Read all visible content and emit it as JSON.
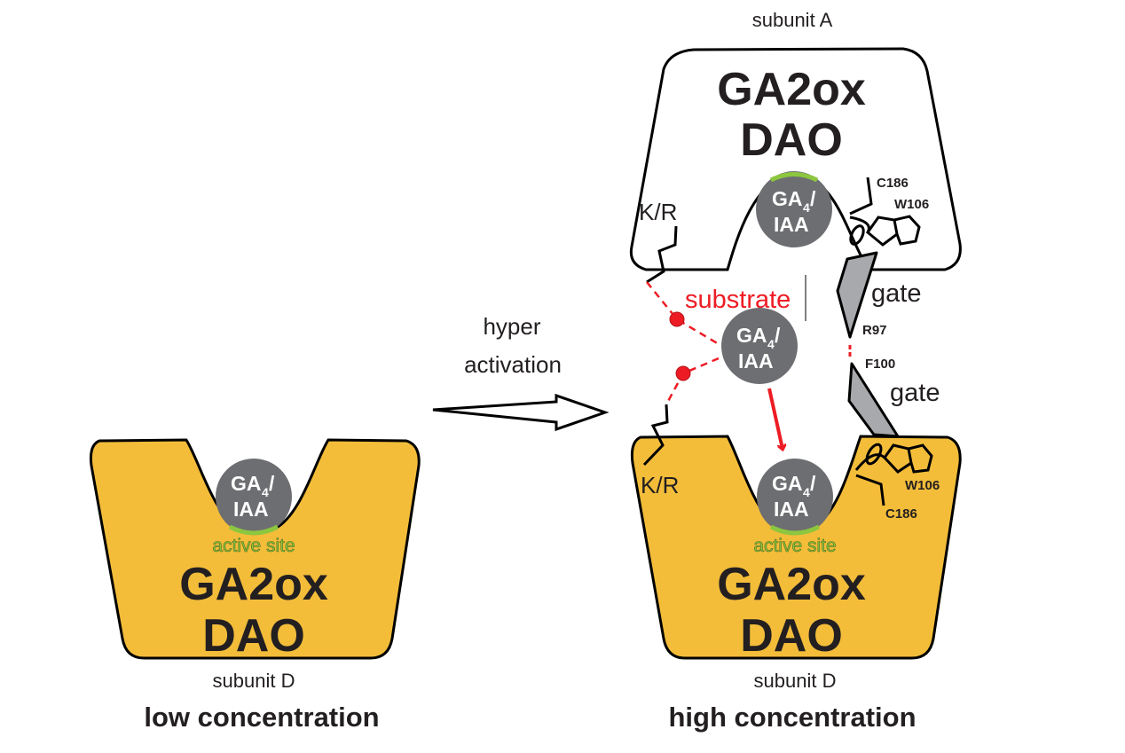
{
  "colors": {
    "subunit_D_fill": "#f3bd3a",
    "subunit_A_fill": "#ffffff",
    "ligand_fill": "#6d6e71",
    "active_site": "#8dc63f",
    "substrate_red": "#ed1c24",
    "gate_fill": "#a7a9ac",
    "outline": "#000000"
  },
  "left_panel": {
    "enzyme_name_line1": "GA2ox",
    "enzyme_name_line2": "DAO",
    "ligand_line1": "GA",
    "ligand_subscript": "4",
    "ligand_slash": "/",
    "ligand_line2": "IAA",
    "active_site_label": "active site",
    "subunit_label": "subunit  D",
    "condition_label": "low concentration"
  },
  "transition": {
    "line1": "hyper",
    "line2": "activation"
  },
  "right_panel": {
    "subunit_A": {
      "label": "subunit  A",
      "enzyme_name_line1": "GA2ox",
      "enzyme_name_line2": "DAO",
      "ligand_line1": "GA",
      "ligand_subscript": "4",
      "ligand_slash": "/",
      "ligand_line2": "IAA",
      "residue_lys_arg": "K/R",
      "residue_cys": "C186",
      "residue_trp": "W106",
      "gate_label": "gate",
      "gate_residue": "R97"
    },
    "substrate": {
      "label": "substrate",
      "ligand_line1": "GA",
      "ligand_subscript": "4",
      "ligand_slash": "/",
      "ligand_line2": "IAA"
    },
    "subunit_D": {
      "label": "subunit  D",
      "enzyme_name_line1": "GA2ox",
      "enzyme_name_line2": "DAO",
      "ligand_line1": "GA",
      "ligand_subscript": "4",
      "ligand_slash": "/",
      "ligand_line2": "IAA",
      "active_site_label": "active site",
      "residue_lys_arg": "K/R",
      "residue_cys": "C186",
      "residue_trp": "W106",
      "gate_label": "gate",
      "gate_residue": "F100"
    },
    "condition_label": "high concentration"
  }
}
